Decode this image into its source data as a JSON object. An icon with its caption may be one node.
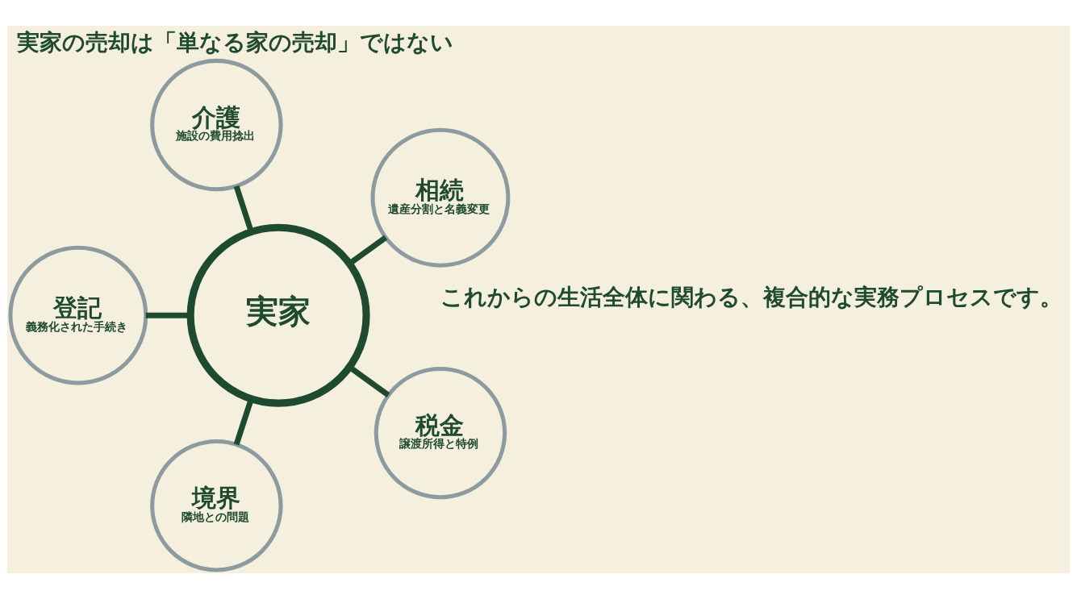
{
  "diagram": {
    "title": "実家の売却は「単なる家の売却」ではない",
    "nodes": [
      {
        "text": [
          "実家"
        ]
      },
      {
        "text": [
          "介護",
          "施設の費用捻出"
        ]
      },
      {
        "text": [
          "相続",
          "遺産分割と名義変更"
        ]
      },
      {
        "text": [
          "税金",
          "譲渡所得と特例"
        ]
      },
      {
        "text": [
          "登記",
          "義務化された手続き"
        ]
      },
      {
        "text": [
          "境界",
          "隣地との問題"
        ]
      }
    ],
    "edges": [
      {
        "from": 0,
        "to": 1,
        "arrow": "none"
      },
      {
        "from": 0,
        "to": 2,
        "arrow": "none"
      },
      {
        "from": 0,
        "to": 3,
        "arrow": "none"
      },
      {
        "from": 0,
        "to": 4,
        "arrow": "none"
      },
      {
        "from": 0,
        "to": 5,
        "arrow": "none"
      }
    ],
    "labels": [
      "これからの生活全体に関わる、複合的な実務プロセスです。"
    ]
  }
}
